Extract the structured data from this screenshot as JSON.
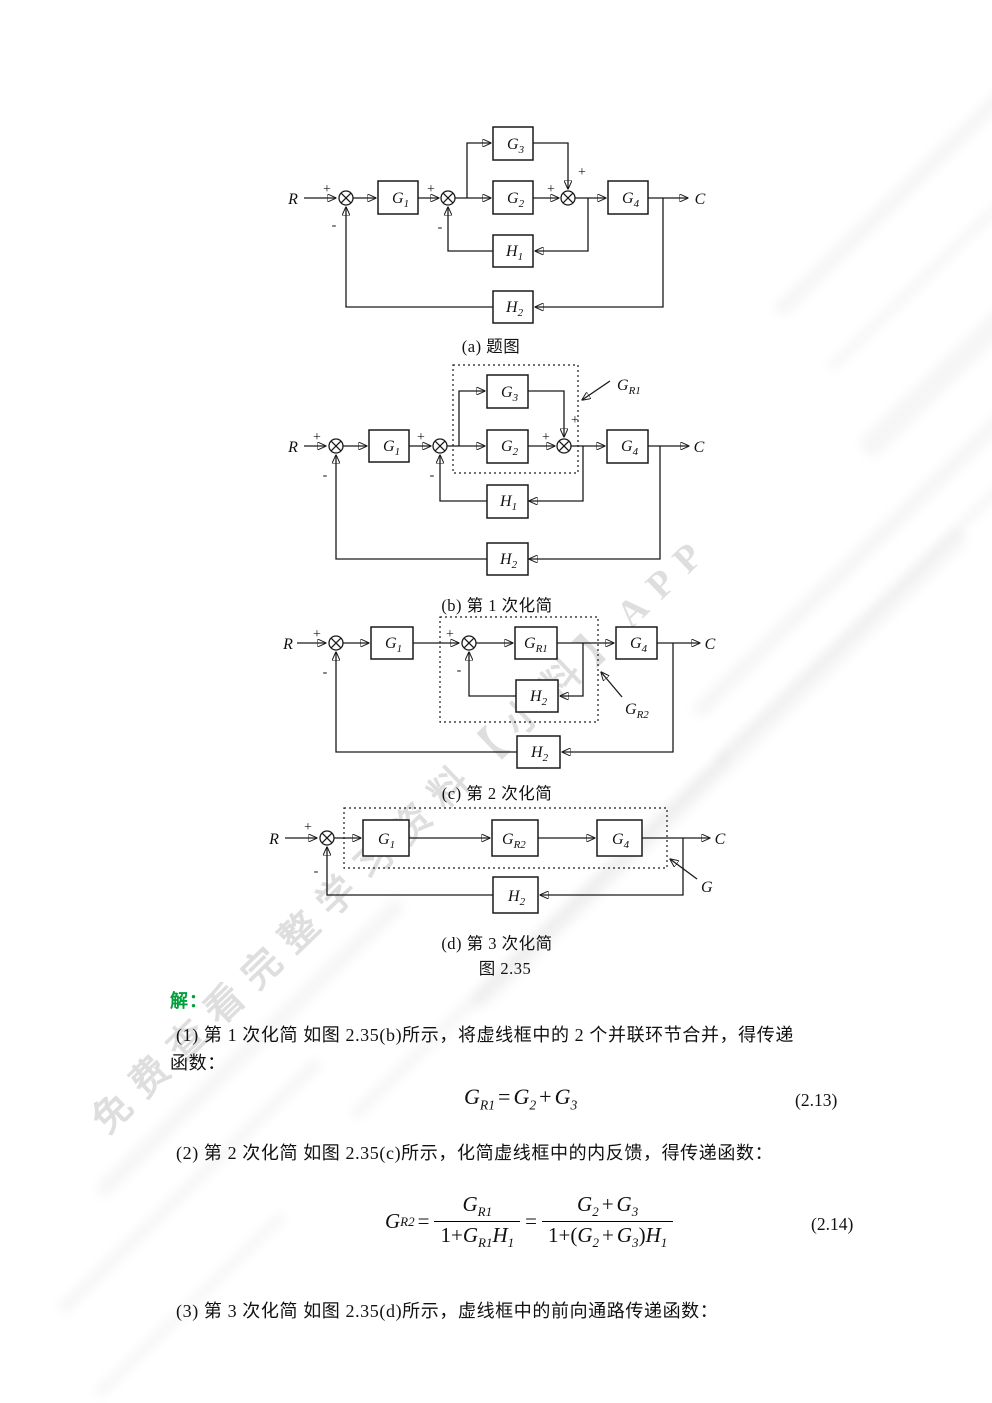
{
  "watermark": {
    "text": "免费查看完整学习资料【小料】APP"
  },
  "figure": {
    "sym": {
      "R": "R",
      "C": "C",
      "plus": "+",
      "minus": "-",
      "G": "G",
      "H": "H",
      "s1": "1",
      "s2": "2",
      "s3": "3",
      "s4": "4",
      "sR1": "R1",
      "sR2": "R2"
    },
    "captions": {
      "a": "(a) 题图",
      "b": "(b) 第 1 次化简",
      "c": "(c) 第 2 次化简",
      "d": "(d) 第 3 次化简",
      "fig": "图 2.35"
    }
  },
  "solution": {
    "heading": "解：",
    "p1_line1": "(1) 第 1 次化简  如图 2.35(b)所示，将虚线框中的 2 个并联环节合并，得传递",
    "p1_line2": "函数：",
    "p2": "(2) 第 2 次化简  如图 2.35(c)所示，化简虚线框中的内反馈，得传递函数：",
    "p3": "(3) 第 3 次化简  如图 2.35(d)所示，虚线框中的前向通路传递函数："
  },
  "equations": {
    "eq13": {
      "lhs": "G",
      "lhs_sub": "R1",
      "rel": "=",
      "a": "G",
      "a_sub": "2",
      "op": "+",
      "b": "G",
      "b_sub": "3",
      "number": "(2.13)"
    },
    "eq14": {
      "lhs": "G",
      "lhs_sub": "R2",
      "rel1": "=",
      "f1_num": "G",
      "f1_num_sub": "R1",
      "f1_den_pre": "1+",
      "f1_den_a": "G",
      "f1_den_a_sub": "R1",
      "f1_den_b": "H",
      "f1_den_b_sub": "1",
      "rel2": "=",
      "f2_num_a": "G",
      "f2_num_a_sub": "2",
      "f2_num_op": "+",
      "f2_num_b": "G",
      "f2_num_b_sub": "3",
      "f2_den_pre": "1+(",
      "f2_den_a": "G",
      "f2_den_a_sub": "2",
      "f2_den_op": "+",
      "f2_den_b": "G",
      "f2_den_b_sub": "3",
      "f2_den_close": ")",
      "f2_den_c": "H",
      "f2_den_c_sub": "1",
      "number": "(2.14)"
    }
  }
}
